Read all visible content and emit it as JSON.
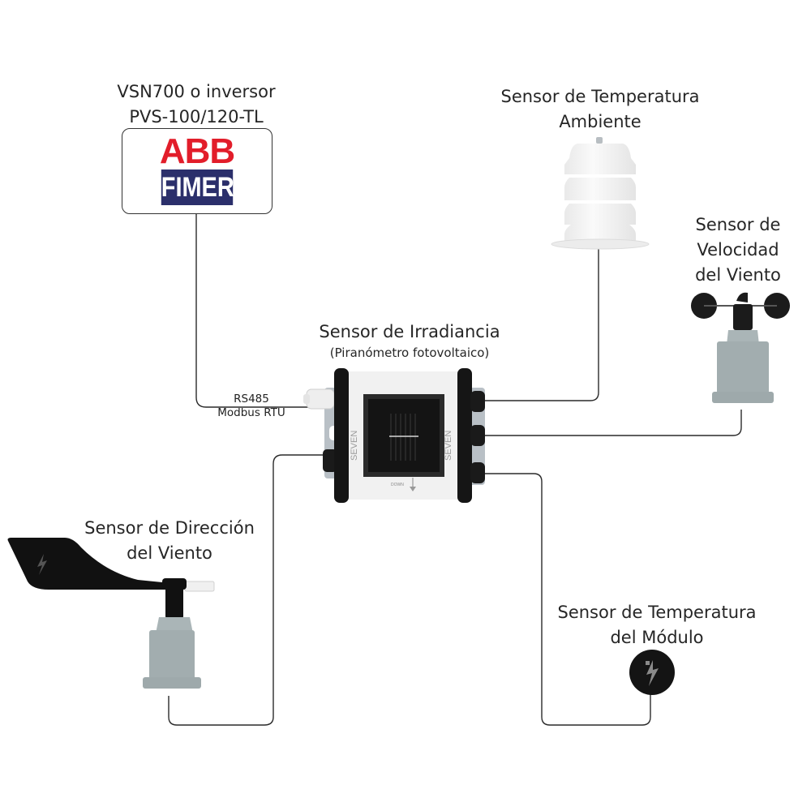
{
  "diagram": {
    "title": "Sensor connection diagram",
    "nodes": {
      "inverter": {
        "label_line1": "VSN700 o inversor",
        "label_line2": "PVS-100/120-TL",
        "logo_top": "ABB",
        "logo_bottom": "FIMER",
        "colors": {
          "abb_red": "#e21d2a",
          "fimer_navy": "#2b2f6b"
        }
      },
      "irradiance_sensor": {
        "label": "Sensor de Irradiancia",
        "sublabel": "(Piranómetro fotovoltaico)",
        "brand_text": "SEVEN",
        "orientation_text": "DOWN"
      },
      "ambient_temperature_sensor": {
        "label_line1": "Sensor de Temperatura",
        "label_line2": "Ambiente"
      },
      "wind_speed_sensor": {
        "label_line1": "Sensor de",
        "label_line2": "Velocidad",
        "label_line3": "del Viento"
      },
      "wind_direction_sensor": {
        "label_line1": "Sensor de Dirección",
        "label_line2": "del Viento"
      },
      "module_temperature_sensor": {
        "label_line1": "Sensor de Temperatura",
        "label_line2": "del Módulo"
      }
    },
    "connections": [
      {
        "from": "inverter",
        "to": "irradiance_sensor",
        "label_line1": "RS485",
        "label_line2": "Modbus RTU"
      },
      {
        "from": "irradiance_sensor",
        "to": "ambient_temperature_sensor"
      },
      {
        "from": "irradiance_sensor",
        "to": "wind_speed_sensor"
      },
      {
        "from": "irradiance_sensor",
        "to": "module_temperature_sensor"
      },
      {
        "from": "irradiance_sensor",
        "to": "wind_direction_sensor"
      }
    ],
    "colors": {
      "wire": "#2a2a2a",
      "sensor_body_gray": "#9aa6a7",
      "device_black": "#151515"
    }
  }
}
